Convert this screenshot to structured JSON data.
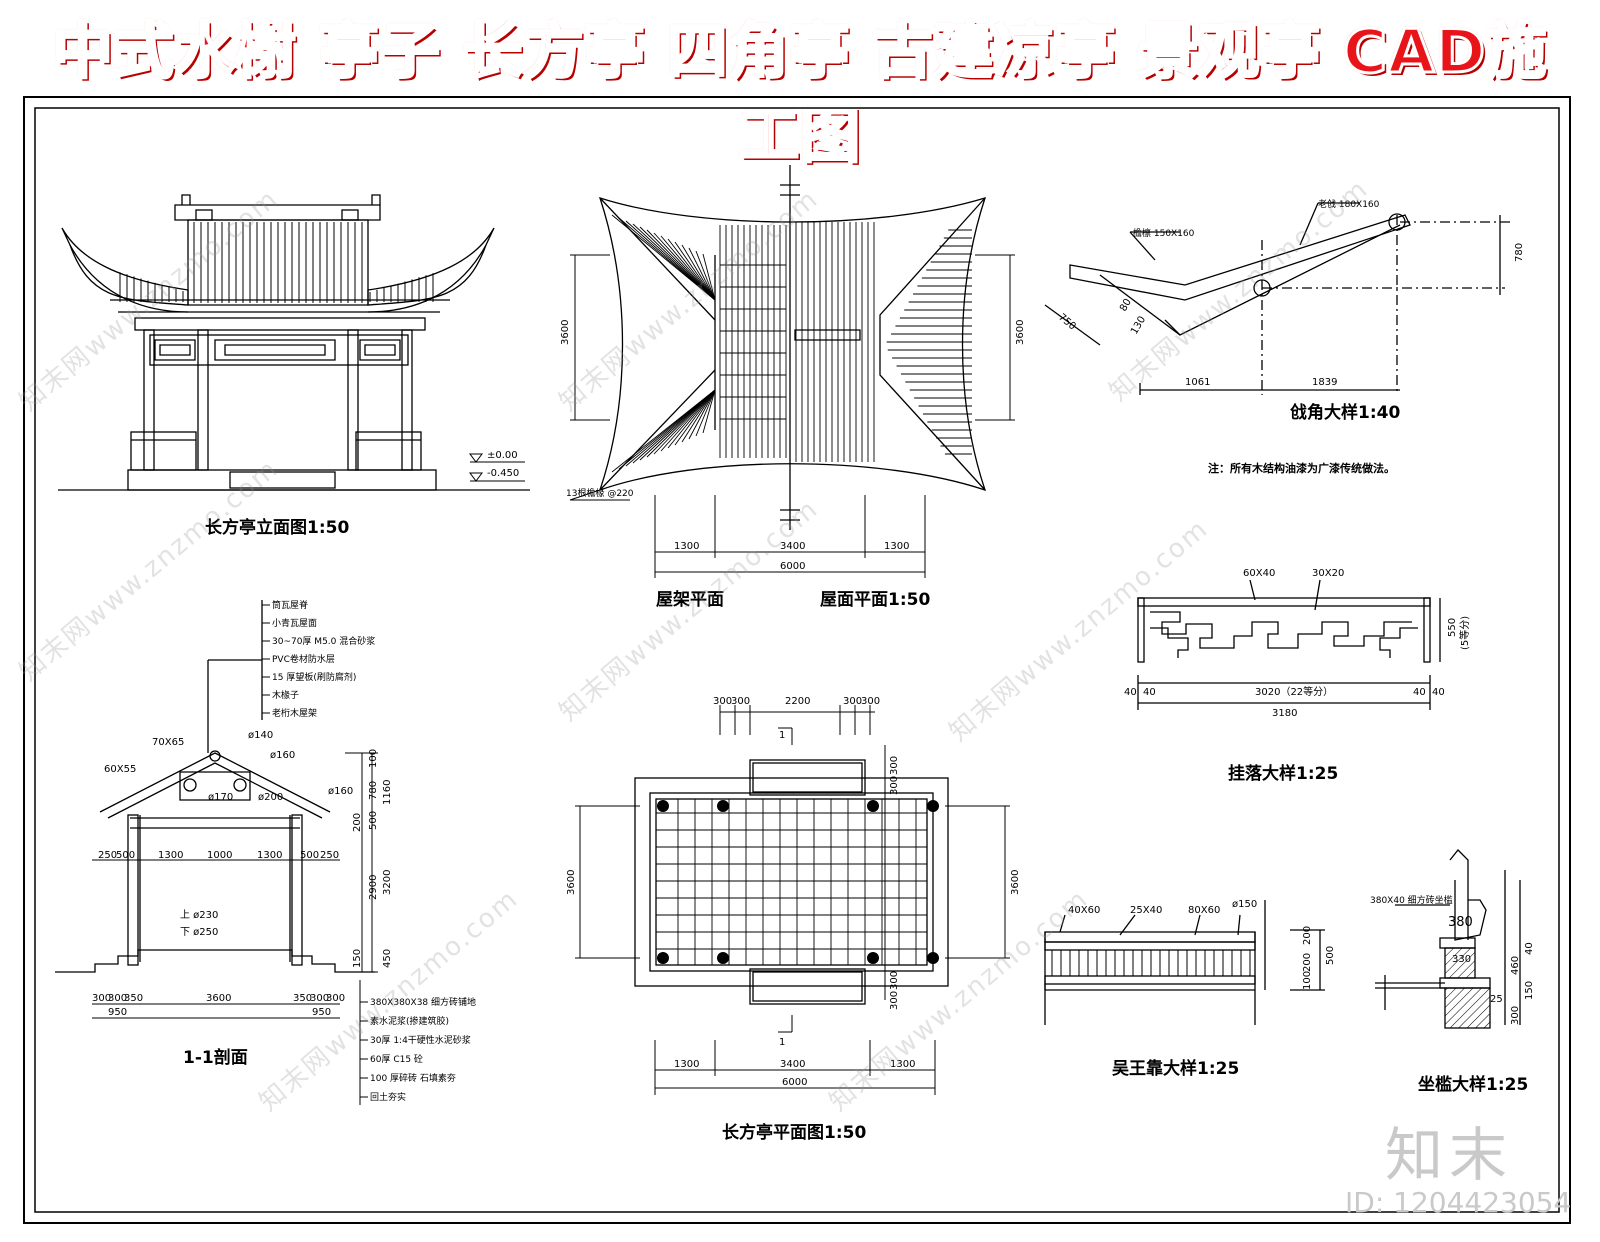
{
  "header": {
    "title": "中式水榭 亭子 长方亭 四角亭 古建凉亭 景观亭 CAD施工图"
  },
  "drawings": {
    "elevation": {
      "caption": "长方亭立面图1:50",
      "level_top": "±0.00",
      "level_bottom": "-0.450"
    },
    "roof": {
      "caption_frame": "屋架平面",
      "caption_plan": "屋面平面1:50",
      "dim_left": "3600",
      "dim_right": "3600",
      "dim_a": "1300",
      "dim_b": "3400",
      "dim_c": "1300",
      "dim_total": "6000",
      "callout": "13根檐椽 @220"
    },
    "corner": {
      "caption": "戗角大样1:40",
      "label_a": "檐檩 150X160",
      "label_b": "老戗 180X160",
      "d750": "750",
      "d80": "80",
      "d130": "130",
      "d1061": "1061",
      "d1839": "1839",
      "d780": "780",
      "note": "注：所有木结构油漆为广漆传统做法。"
    },
    "hanging": {
      "caption": "挂落大样1:25",
      "lbl1": "60X40",
      "lbl2": "30X20",
      "d40a": "40",
      "d40b": "40",
      "d40c": "40",
      "d40d": "40",
      "d3020": "3020（22等分）",
      "d3180": "3180",
      "d550": "550",
      "d5eq": "(5等分)"
    },
    "section": {
      "caption": "1-1剖面",
      "layers_top": [
        "筒瓦屋脊",
        "小青瓦屋面",
        "30~70厚 M5.0 混合砂浆",
        "PVC卷材防水层",
        "15 厚望板(刷防腐剂)",
        "木椽子",
        "老桁木屋架"
      ],
      "lbl_70x65": "70X65",
      "lbl_60x55": "60X55",
      "lbl_140": "ø140",
      "lbl_160a": "ø160",
      "lbl_170": "ø170",
      "lbl_200": "ø200",
      "lbl_160b": "ø160",
      "lbl_col_top": "上 ø230",
      "lbl_col_bot": "下 ø250",
      "d250": "250",
      "d500a": "500",
      "d1300a": "1300",
      "d1000": "1000",
      "d1300b": "1300",
      "d500b": "500",
      "d250b": "250",
      "d300a": "300",
      "d300b": "300",
      "d350a": "350",
      "d3600": "3600",
      "d350b": "350",
      "d300c": "300",
      "d300d": "300",
      "d950a": "950",
      "d950b": "950",
      "v100": "100",
      "v780": "780",
      "v1160": "1160",
      "v200": "200",
      "v500": "500",
      "v2900": "2900",
      "v3200": "3200",
      "v150": "150",
      "v450": "450",
      "layers_floor": [
        "380X380X38 细方砖铺地",
        "素水泥浆(掺建筑胶)",
        "30厚 1:4干硬性水泥砂浆",
        "60厚 C15 砼",
        "100 厚碎砖 石填素夯",
        "回土夯实"
      ]
    },
    "plan": {
      "caption": "长方亭平面图1:50",
      "t300a": "300",
      "t300b": "300",
      "t2200": "2200",
      "t300c": "300",
      "t300d": "300",
      "mark_1a": "1",
      "mark_1b": "1",
      "d3600l": "3600",
      "d3600r": "3600",
      "r300a": "300",
      "r300b": "300",
      "r300c": "300",
      "r300d": "300",
      "b1300a": "1300",
      "b3400": "3400",
      "b1300b": "1300",
      "b6000": "6000"
    },
    "bench": {
      "caption": "吴王靠大样1:25",
      "l40x60": "40X60",
      "l25x40": "25X40",
      "l80x60": "80X60",
      "l150": "ø150",
      "v200a": "200",
      "v200b": "200",
      "v500": "500",
      "v100": "100"
    },
    "seat": {
      "caption": "坐槛大样1:25",
      "label": "380X40 细方砖坐槛",
      "d380": "380",
      "d330": "330",
      "d25": "25",
      "v460": "460",
      "v40": "40",
      "v150": "150",
      "v300": "300"
    }
  },
  "watermark": {
    "text": "知末网www.znzmo.com",
    "brand": "知末",
    "id": "ID: 1204423054"
  }
}
